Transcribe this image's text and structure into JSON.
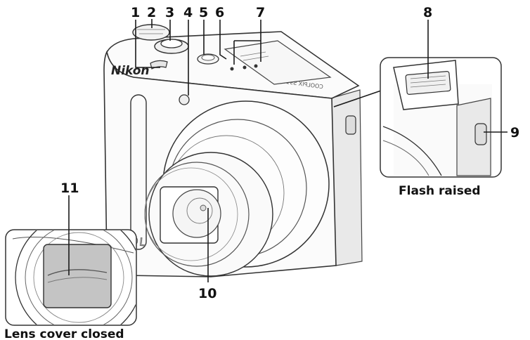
{
  "diagram": {
    "callouts": [
      "1",
      "2",
      "3",
      "4",
      "5",
      "6",
      "7",
      "8",
      "9",
      "10",
      "11"
    ],
    "logo_text": "Nikon",
    "model_text": "COOLPIX S9100",
    "brand_text": "COOL",
    "inset_flash_caption": "Flash raised",
    "inset_lens_caption": "Lens cover closed"
  },
  "colors": {
    "line": "#1a1a1a",
    "body": "#fbfbfb",
    "lens_cover": "#bdbdbd"
  }
}
